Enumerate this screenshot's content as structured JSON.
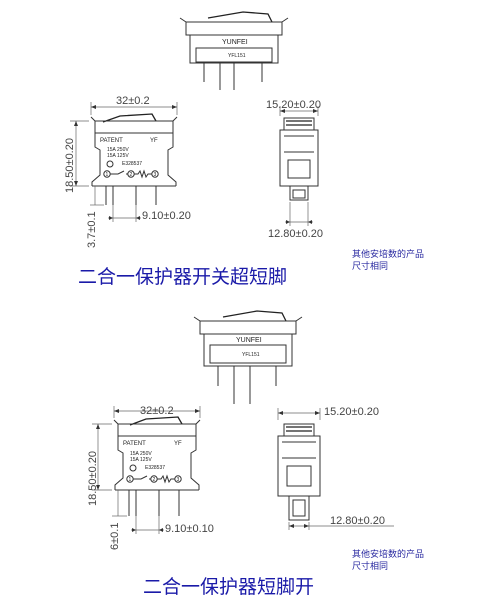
{
  "sections": [
    {
      "brand": "YUNFEI",
      "model": "YFL151",
      "patent": "PATENT",
      "yf": "YF",
      "rating1": "15A 250V",
      "rating2": "15A 125V",
      "cert": "E328537",
      "term1": "1",
      "term2": "2",
      "term3": "3",
      "width_dim": "32±0.2",
      "depth_dim": "15.20±0.20",
      "height_dim": "18.50±0.20",
      "pin_len_dim": "3.7±0.1",
      "pin_pitch_dim": "9.10±0.20",
      "base_dim": "12.80±0.20",
      "title": "二合一保护器开关超短脚",
      "note_line1": "其他安培数的产品",
      "note_line2": "尺寸相同"
    },
    {
      "brand": "YUNFEI",
      "model": "YFL151",
      "patent": "PATENT",
      "yf": "YF",
      "rating1": "15A 250V",
      "rating2": "15A 125V",
      "cert": "E328537",
      "term1": "1",
      "term2": "2",
      "term3": "3",
      "width_dim": "32±0.2",
      "depth_dim": "15.20±0.20",
      "height_dim": "18.50±0.20",
      "pin_len_dim": "6±0.1",
      "pin_pitch_dim": "9.10±0.10",
      "base_dim": "12.80±0.20",
      "title": "二合一保护器短脚开",
      "note_line1": "其他安培数的产品",
      "note_line2": "尺寸相同"
    }
  ]
}
